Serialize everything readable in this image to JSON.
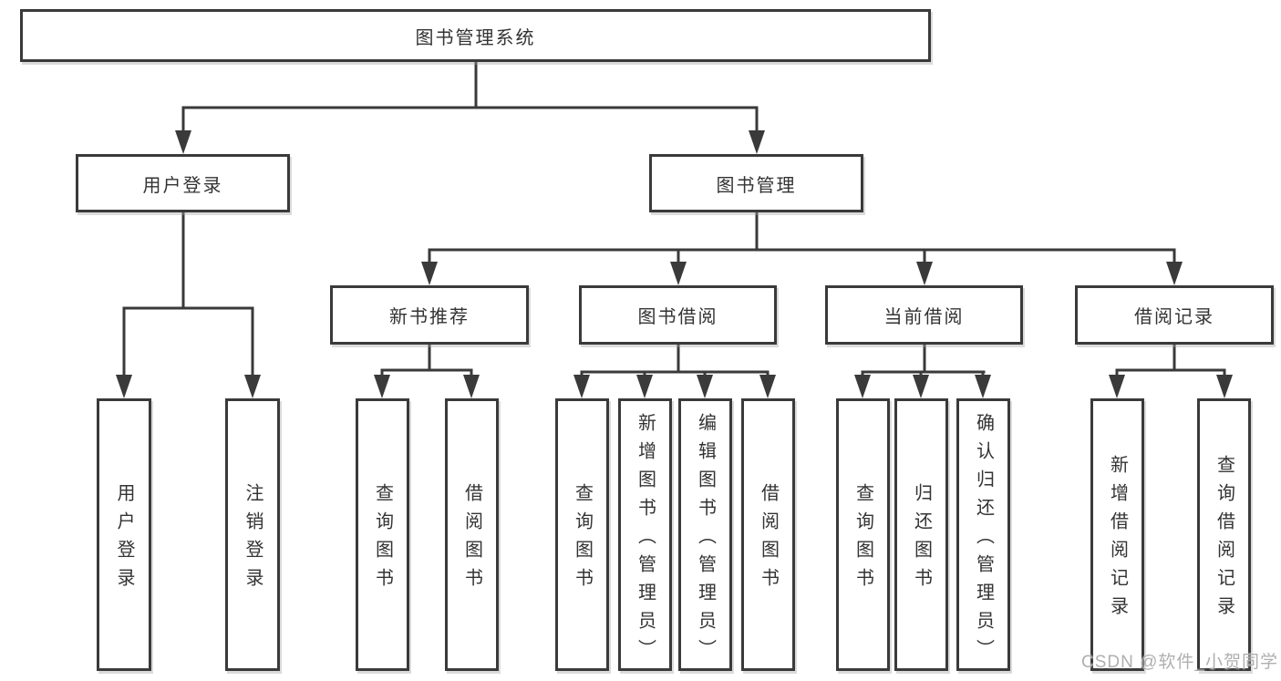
{
  "diagram": {
    "root": {
      "label": "图书管理系统"
    },
    "level2": {
      "user_login": {
        "label": "用户登录",
        "children": [
          {
            "label": "用户登录"
          },
          {
            "label": "注销登录"
          }
        ]
      },
      "book_management": {
        "label": "图书管理",
        "children": [
          {
            "label": "新书推荐",
            "children": [
              {
                "label": "查询图书"
              },
              {
                "label": "借阅图书"
              }
            ]
          },
          {
            "label": "图书借阅",
            "children": [
              {
                "label": "查询图书"
              },
              {
                "label": "新增图书（管理员）"
              },
              {
                "label": "编辑图书（管理员）"
              },
              {
                "label": "借阅图书"
              }
            ]
          },
          {
            "label": "当前借阅",
            "children": [
              {
                "label": "查询图书"
              },
              {
                "label": "归还图书"
              },
              {
                "label": "确认归还（管理员）"
              }
            ]
          },
          {
            "label": "借阅记录",
            "children": [
              {
                "label": "新增借阅记录"
              },
              {
                "label": "查询借阅记录"
              }
            ]
          }
        ]
      }
    },
    "colors": {
      "line": "#3a3a3a",
      "text": "#333333",
      "background": "#ffffff",
      "watermark": "#a8a8a8"
    }
  },
  "watermark": {
    "text": "CSDN @软件_小贺同学"
  }
}
